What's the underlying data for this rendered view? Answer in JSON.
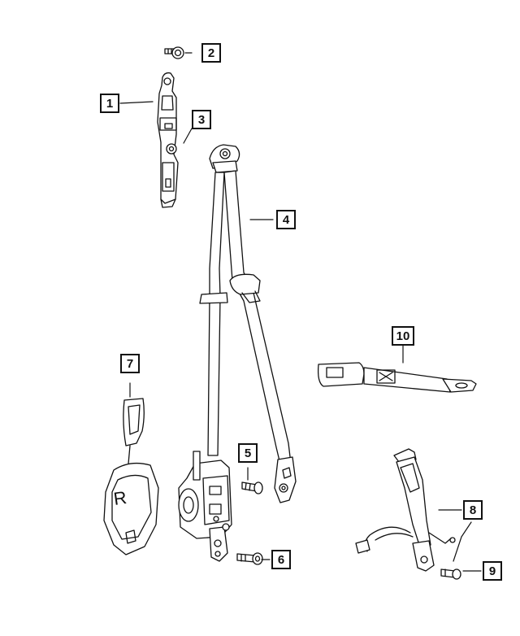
{
  "diagram": {
    "callouts": [
      {
        "id": "c1",
        "label": "1"
      },
      {
        "id": "c2",
        "label": "2"
      },
      {
        "id": "c3",
        "label": "3"
      },
      {
        "id": "c4",
        "label": "4"
      },
      {
        "id": "c5",
        "label": "5"
      },
      {
        "id": "c6",
        "label": "6"
      },
      {
        "id": "c7",
        "label": "7"
      },
      {
        "id": "c8",
        "label": "8"
      },
      {
        "id": "c9",
        "label": "9"
      },
      {
        "id": "c10",
        "label": "10"
      }
    ],
    "parts": [
      {
        "name": "upper-anchor-bracket"
      },
      {
        "name": "anchor-bolt"
      },
      {
        "name": "height-adjuster-knob"
      },
      {
        "name": "seat-belt-assembly"
      },
      {
        "name": "retractor-bolt"
      },
      {
        "name": "retractor-mounting-bolt"
      },
      {
        "name": "retractor-cover"
      },
      {
        "name": "buckle-assembly"
      },
      {
        "name": "buckle-bolt"
      },
      {
        "name": "center-buckle-strap"
      }
    ],
    "retractor_cover_letter": "R",
    "line_color": "#111111",
    "fill_color": "#ffffff"
  }
}
